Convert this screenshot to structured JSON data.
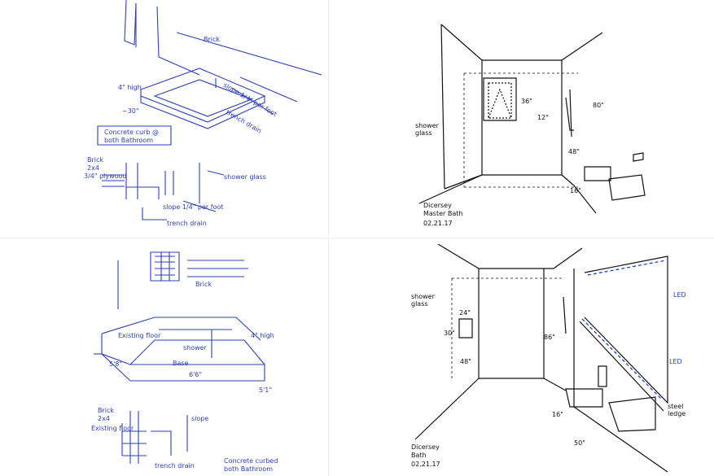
{
  "sketch_top_left": {
    "labels": {
      "brick": "Brick",
      "slope": "slope 1/4\" per foot",
      "trench_drain": "trench drain",
      "curb_note": "Concrete curb @",
      "curb_note2": "both Bathroom",
      "high": "4\" high",
      "dim": "~30\"",
      "brick2": "Brick",
      "two_by_four": "2x4",
      "plywood": "3/4\" plywood",
      "shower_glass": "shower glass",
      "slope2": "slope 1/4\" per foot",
      "trench2": "trench drain"
    }
  },
  "sketch_top_right": {
    "labels": {
      "shower_glass": "shower glass",
      "dim_36": "36\"",
      "dim_80": "80\"",
      "dim_12": "12\"",
      "dim_48": "48\"",
      "dim_16": "16\"",
      "title1": "Dicersey",
      "title2": "Master Bath",
      "date": "02.21.17"
    }
  },
  "sketch_bottom_left": {
    "labels": {
      "brick": "Brick",
      "existing_floor": "Existing floor",
      "shower": "shower",
      "base": "Base",
      "high": "4\" high",
      "dim1": "5'8\"",
      "dim2": "6'6\"",
      "dim3": "5'1\"",
      "brick2": "Brick",
      "two_by_four": "2x4",
      "existing_floor2": "Existing floor",
      "trench": "trench drain",
      "concrete": "Concrete curbed",
      "concrete2": "both Bathroom",
      "slope": "slope"
    }
  },
  "sketch_bottom_right": {
    "labels": {
      "shower_glass": "shower glass",
      "dim_24": "24\"",
      "dim_30": "30\"",
      "dim_86": "86\"",
      "dim_48": "48\"",
      "dim_16": "16\"",
      "dim_50": "50\"",
      "led1": "LED",
      "led2": "LED",
      "steel": "steel",
      "ledge": "ledge",
      "title1": "Dicersey",
      "title2": "Bath",
      "date": "02.21.17"
    }
  }
}
